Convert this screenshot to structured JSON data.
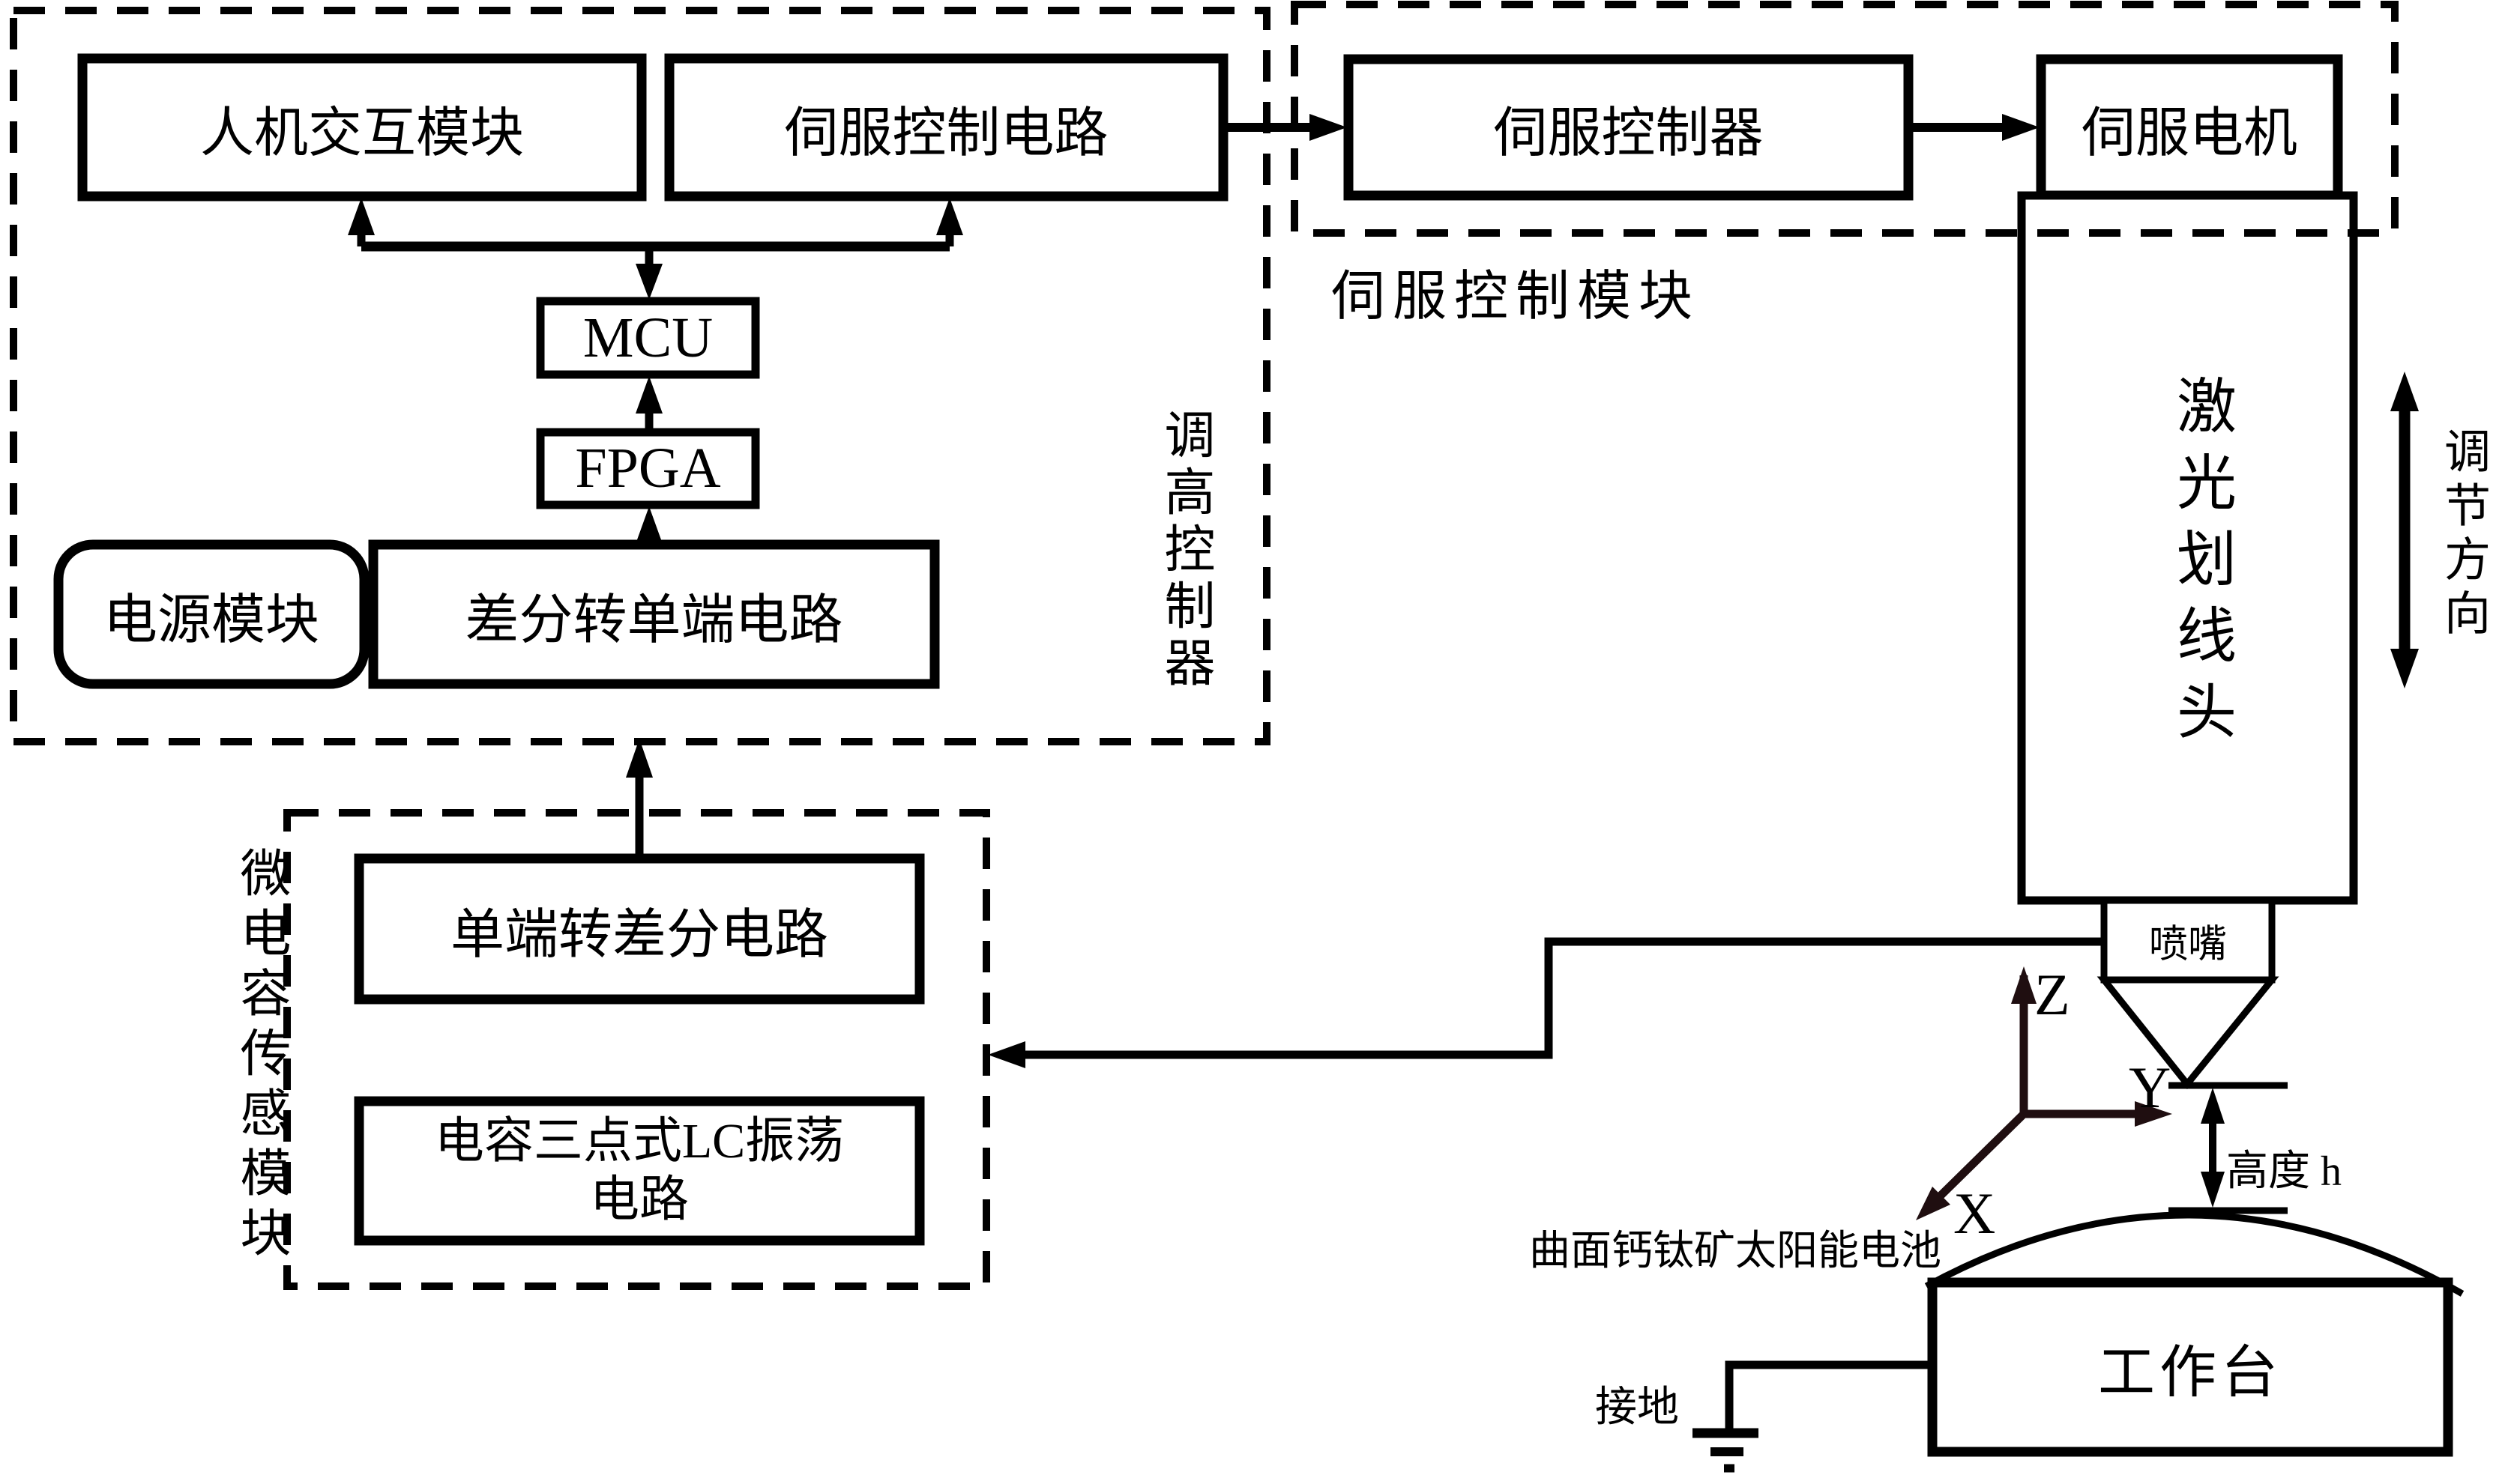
{
  "figure": {
    "background": "#ffffff",
    "line_color": "#000000",
    "axis_color": "#1f0e10"
  },
  "module_labels": {
    "height_controller": "调高控制器",
    "servo_control_module": "伺服控制模块",
    "micro_capacitance_module": "微电容传感模块"
  },
  "blocks": {
    "hmi": "人机交互模块",
    "servo_control_circuit": "伺服控制电路",
    "mcu": "MCU",
    "fpga": "FPGA",
    "power": "电源模块",
    "diff_to_single": "差分转单端电路",
    "servo_controller": "伺服控制器",
    "servo_motor": "伺服电机",
    "laser_head": "激光划线头",
    "nozzle": "喷嘴",
    "single_to_diff": "单端转差分电路",
    "lc_oscillator_line1": "电容三点式LC振荡",
    "lc_oscillator_line2": "电路",
    "worktable": "工作台"
  },
  "annotations": {
    "adjust_direction": "调节方向",
    "height": "高度 h",
    "solar_cell": "曲面钙钛矿太阳能电池",
    "ground": "接地",
    "axis_z": "Z",
    "axis_y": "Y",
    "axis_x": "X"
  }
}
